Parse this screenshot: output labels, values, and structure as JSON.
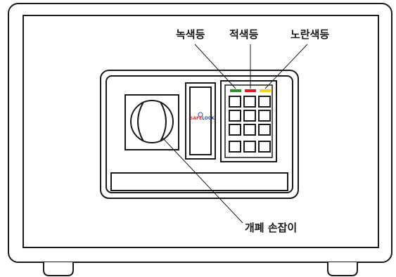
{
  "labels": {
    "green_led": "녹색등",
    "red_led": "적색등",
    "yellow_led": "노란색등",
    "handle": "개폐 손잡이"
  },
  "brand": {
    "part1": "SAFE",
    "part2": "LOCK"
  },
  "leds": [
    {
      "name": "green",
      "color": "#2e8b2e"
    },
    {
      "name": "red",
      "color": "#d42020"
    },
    {
      "name": "yellow",
      "color": "#f2d21c"
    }
  ],
  "keypad": {
    "rows": 4,
    "cols": 3
  },
  "colors": {
    "stroke": "#1a1a1a",
    "background": "#ffffff"
  }
}
